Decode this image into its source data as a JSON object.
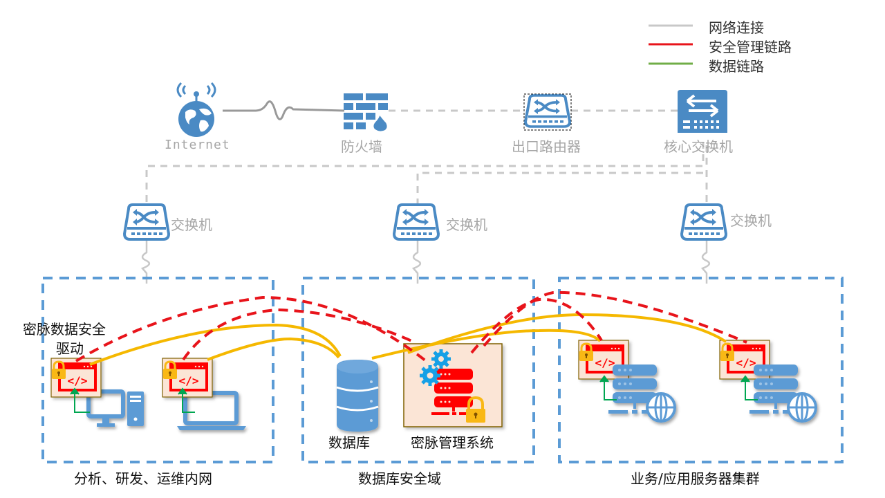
{
  "legend": {
    "items": [
      {
        "label": "网络连接",
        "color": "#c8c8c8"
      },
      {
        "label": "安全管理链路",
        "color": "#e8141b"
      },
      {
        "label": "数据链路",
        "color": "#70ad47"
      }
    ]
  },
  "nodes": {
    "internet": "Internet",
    "firewall": "防火墙",
    "router": "出口路由器",
    "core_switch": "核心交换机",
    "switch_left": "交换机",
    "switch_mid": "交换机",
    "switch_right": "交换机",
    "driver_caption": "密脉数据安全驱动",
    "driver_caption_line1": "密脉数据安全",
    "driver_caption_line2": "驱动",
    "database": "数据库",
    "mgmt_system": "密脉管理系统"
  },
  "zones": [
    {
      "label": "分析、研发、运维内网"
    },
    {
      "label": "数据库安全域"
    },
    {
      "label": "业务/应用服务器集群"
    }
  ],
  "colors": {
    "icon_blue": "#4a8ac4",
    "zone_border": "#5b9bd5",
    "device_blue": "#5b9bd5",
    "mgmt_red": "#ff0000",
    "data_gold": "#f5b800",
    "lock_gold": "#f9b815",
    "gear_blue": "#16a0e6",
    "panel_bg": "#fbe5d6",
    "panel_border": "#7f6000"
  }
}
